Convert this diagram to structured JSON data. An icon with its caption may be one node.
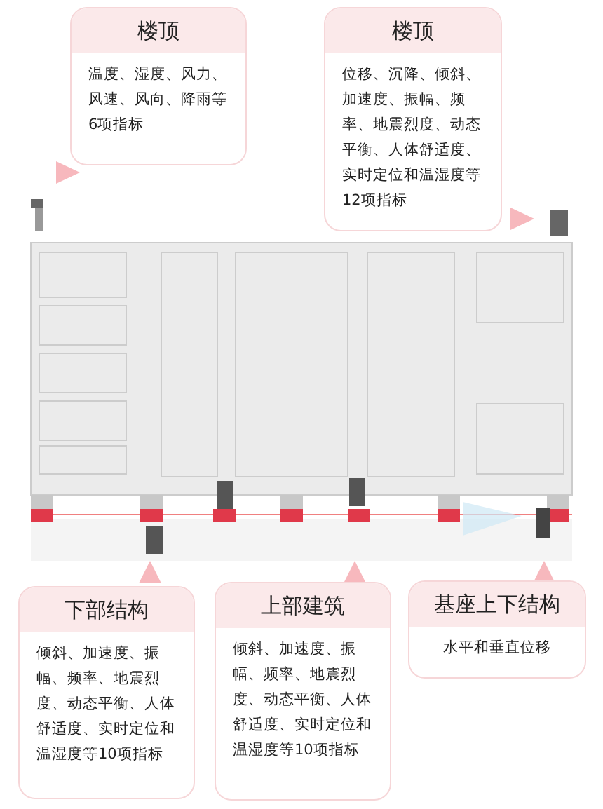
{
  "diagram": {
    "nodes": [
      {
        "text": [
          "楼顶",
          "温度、湿度、风力、风速、风向、降雨等6项指标"
        ]
      },
      {
        "text": [
          "楼顶",
          "位移、沉降、倾斜、加速度、振幅、频率、地震烈度、动态平衡、人体舒适度、实时定位和温湿度等12项指标"
        ]
      },
      {
        "text": [
          "下部结构",
          "倾斜、加速度、振幅、频率、地震烈度、动态平衡、人体舒适度、实时定位和温湿度等10项指标"
        ]
      },
      {
        "text": [
          "上部建筑",
          "倾斜、加速度、振幅、频率、地震烈度、动态平衡、人体舒适度、实时定位和温湿度等10项指标"
        ]
      },
      {
        "text": [
          "基座上下结构",
          "水平和垂直位移"
        ]
      }
    ]
  }
}
